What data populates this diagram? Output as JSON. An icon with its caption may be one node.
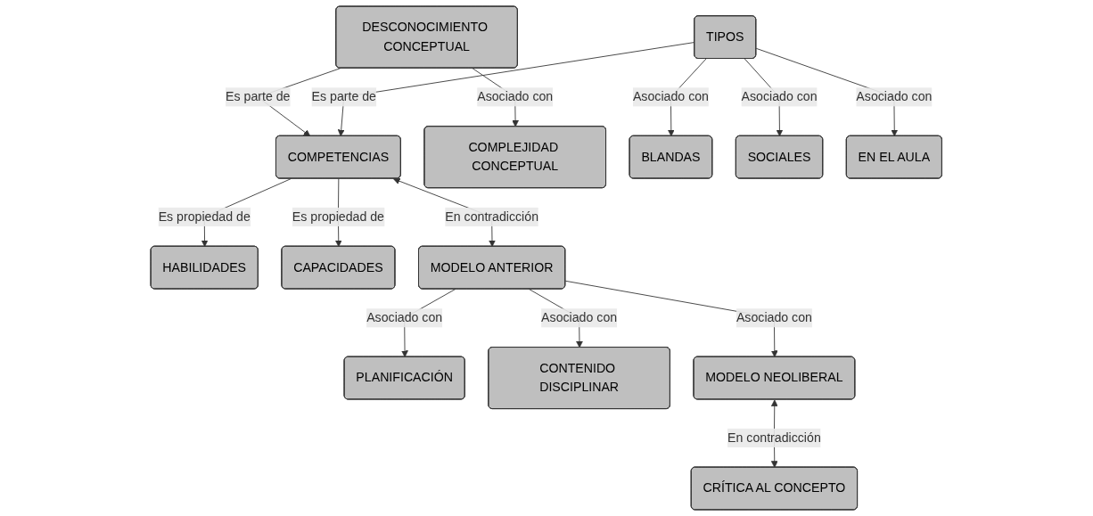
{
  "diagram": {
    "nodes": [
      {
        "text": [
          "COMPETENCIAS"
        ]
      },
      {
        "text": [
          "DESCONOCIMIENTO CONCEPTUAL"
        ]
      },
      {
        "text": [
          "HABILIDADES"
        ]
      },
      {
        "text": [
          "CAPACIDADES"
        ]
      },
      {
        "text": [
          "TIPOS"
        ]
      },
      {
        "text": [
          "COMPLEJIDAD CONCEPTUAL"
        ]
      },
      {
        "text": [
          "MODELO ANTERIOR"
        ]
      },
      {
        "text": [
          "BLANDAS"
        ]
      },
      {
        "text": [
          "SOCIALES"
        ]
      },
      {
        "text": [
          "EN EL AULA"
        ]
      },
      {
        "text": [
          "PLANIFICACIÓN"
        ]
      },
      {
        "text": [
          "CONTENIDO DISCIPLINAR"
        ]
      },
      {
        "text": [
          "MODELO NEOLIBERAL"
        ]
      },
      {
        "text": [
          "CRÍTICA AL CONCEPTO"
        ]
      }
    ],
    "edges": [
      {
        "from": 1,
        "to": 0,
        "arrow": "to",
        "label": "Es parte de"
      },
      {
        "from": 0,
        "to": 2,
        "arrow": "to",
        "label": "Es propiedad de"
      },
      {
        "from": 0,
        "to": 3,
        "arrow": "to",
        "label": "Es propiedad de"
      },
      {
        "from": 4,
        "to": 0,
        "arrow": "to",
        "label": "Es parte de"
      },
      {
        "from": 1,
        "to": 5,
        "arrow": "to",
        "label": "Asociado con"
      },
      {
        "from": 0,
        "to": 6,
        "arrow": "both",
        "label": "En contradicción"
      },
      {
        "from": 4,
        "to": 7,
        "arrow": "to",
        "label": "Asociado con"
      },
      {
        "from": 4,
        "to": 8,
        "arrow": "to",
        "label": "Asociado con"
      },
      {
        "from": 4,
        "to": 9,
        "arrow": "to",
        "label": "Asociado con"
      },
      {
        "from": 6,
        "to": 10,
        "arrow": "to",
        "label": "Asociado con"
      },
      {
        "from": 6,
        "to": 11,
        "arrow": "to",
        "label": "Asociado con"
      },
      {
        "from": 6,
        "to": 12,
        "arrow": "to",
        "label": "Asociado con"
      },
      {
        "from": 12,
        "to": 13,
        "arrow": "both",
        "label": "En contradicción"
      }
    ]
  }
}
